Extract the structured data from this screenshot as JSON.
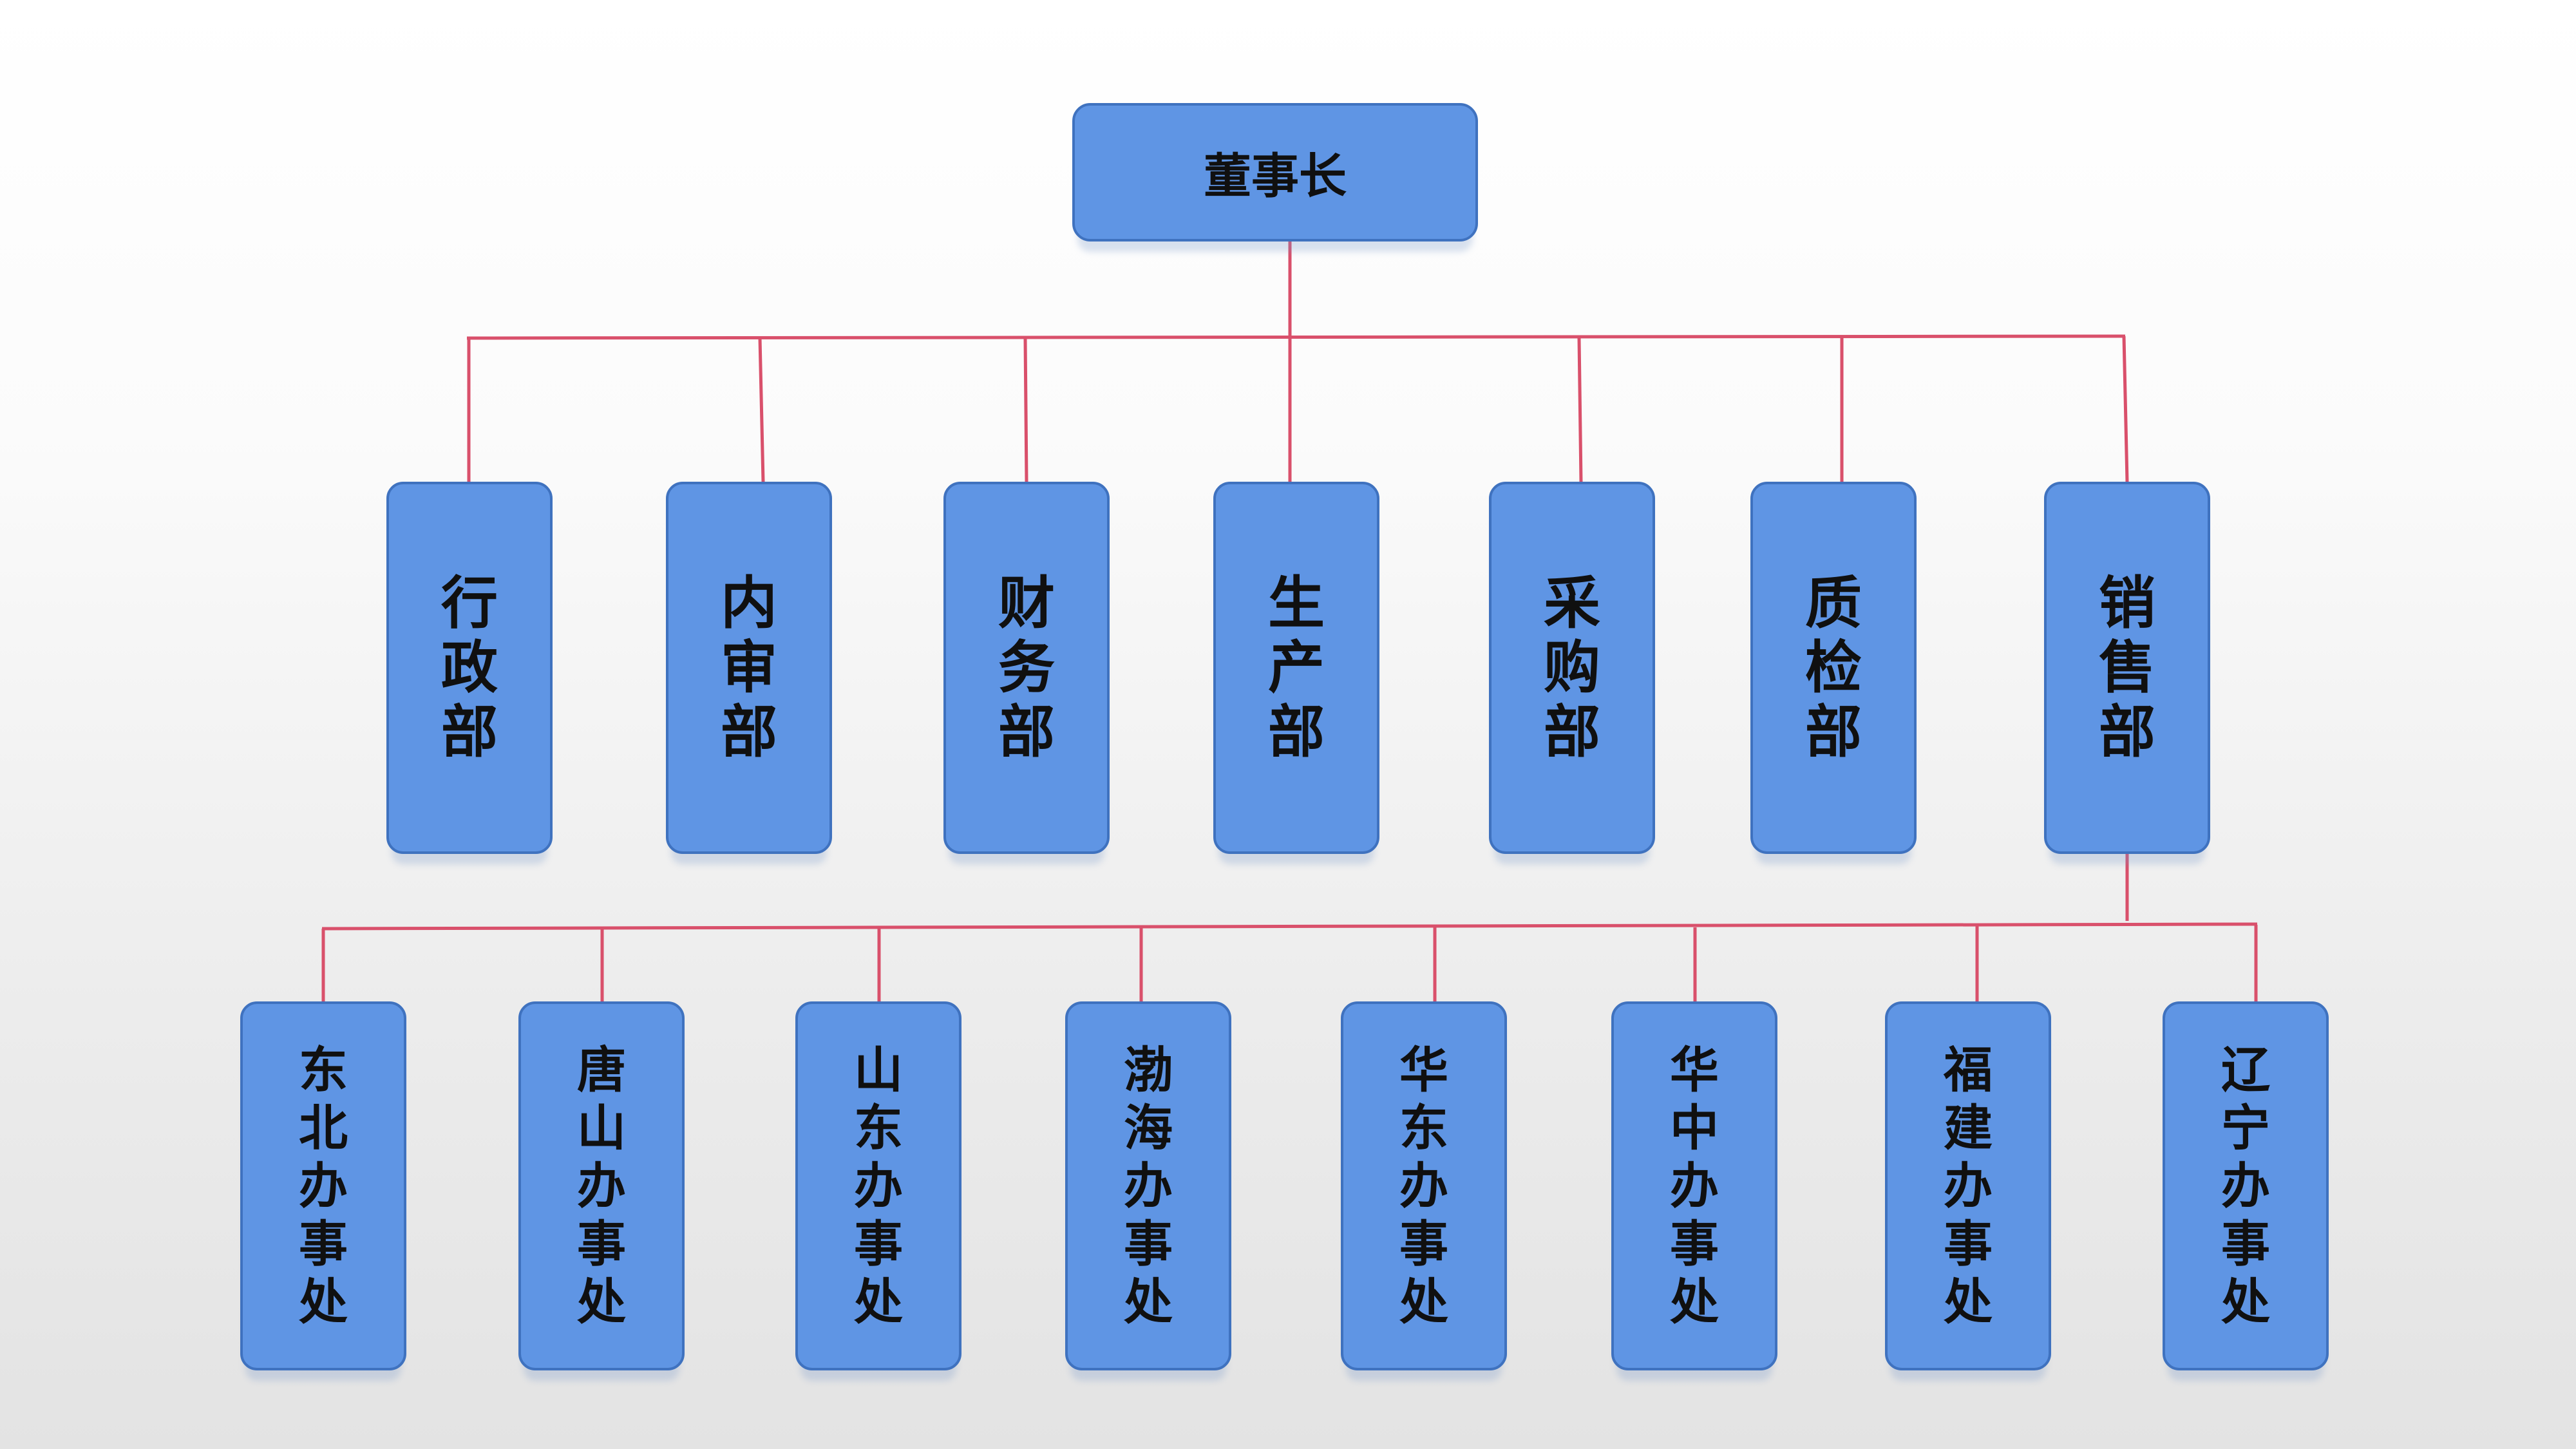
{
  "diagram": {
    "root": {
      "label": "董事长"
    },
    "departments": [
      {
        "label": "行政部"
      },
      {
        "label": "内审部"
      },
      {
        "label": "财务部"
      },
      {
        "label": "生产部"
      },
      {
        "label": "采购部"
      },
      {
        "label": "质检部"
      },
      {
        "label": "销售部"
      }
    ],
    "sales_offices": [
      {
        "label": "东北办事处"
      },
      {
        "label": "唐山办事处"
      },
      {
        "label": "山东办事处"
      },
      {
        "label": "渤海办事处"
      },
      {
        "label": "华东办事处"
      },
      {
        "label": "华中办事处"
      },
      {
        "label": "福建办事处"
      },
      {
        "label": "辽宁办事处"
      }
    ],
    "colors": {
      "box_fill": "#5f95e4",
      "box_border": "#3f72bf",
      "connector": "#d9506b",
      "text": "#101010"
    }
  }
}
